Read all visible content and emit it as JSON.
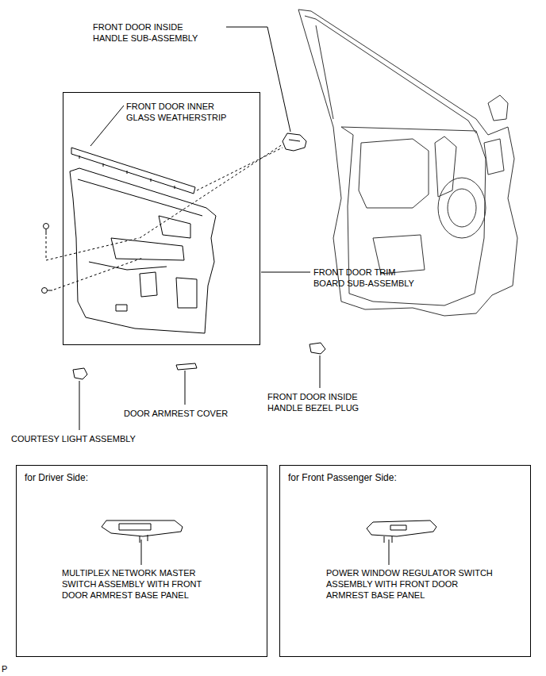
{
  "diagram": {
    "nodes": [
      {
        "text": [
          "FRONT DOOR INNER GLASS WEATHERSTRIP"
        ]
      },
      {
        "text": [
          "for Driver Side:",
          "MULTIPLEX NETWORK MASTER SWITCH ASSEMBLY WITH FRONT DOOR ARMREST BASE PANEL"
        ]
      },
      {
        "text": [
          "for Front Passenger Side:",
          "POWER WINDOW REGULATOR SWITCH ASSEMBLY WITH FRONT DOOR ARMREST BASE PANEL"
        ]
      }
    ],
    "labels": [
      "FRONT DOOR INSIDE HANDLE SUB-ASSEMBLY",
      "FRONT DOOR TRIM BOARD SUB-ASSEMBLY",
      "FRONT DOOR INSIDE HANDLE BEZEL PLUG",
      "DOOR ARMREST COVER",
      "COURTESY LIGHT ASSEMBLY",
      "P"
    ]
  }
}
